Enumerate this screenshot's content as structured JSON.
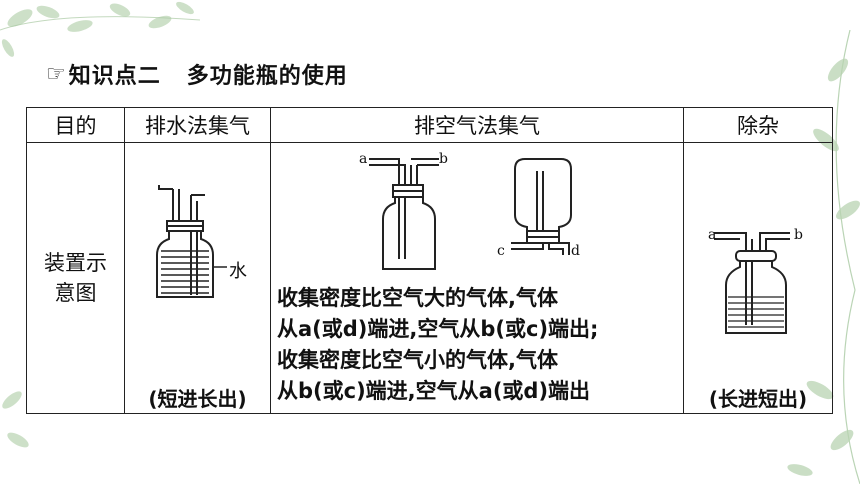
{
  "heading": {
    "pointer_icon": "hand-pointing-icon",
    "point": "知识点二",
    "title": "多功能瓶的使用"
  },
  "table": {
    "headers": [
      "目的",
      "排水法集气",
      "排空气法集气",
      "除杂"
    ],
    "row_label_1": "装置示",
    "row_label_2": "意图",
    "water_label": "水",
    "water_caption": "(短进长出)",
    "air_labels": {
      "a": "a",
      "b": "b",
      "c": "c",
      "d": "d"
    },
    "air_lines": [
      "收集密度比空气大的气体,气体",
      "从a(或d)端进,空气从b(或c)端出;",
      "收集密度比空气小的气体,气体",
      "从b(或c)端进,空气从a(或d)端出"
    ],
    "remove_labels": {
      "a": "a",
      "b": "b"
    },
    "remove_caption": "(长进短出)"
  },
  "colors": {
    "leaf": "#9fc49a",
    "line": "#222222"
  }
}
